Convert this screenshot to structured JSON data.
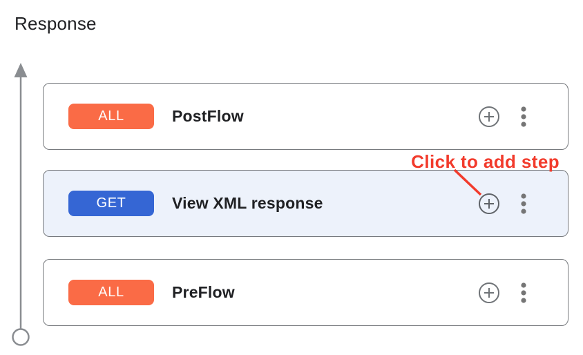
{
  "page": {
    "title": "Response"
  },
  "flows": [
    {
      "method": "ALL",
      "name": "PostFlow",
      "badge_color": "#FA6B46",
      "highlighted": false
    },
    {
      "method": "GET",
      "name": "View XML response",
      "badge_color": "#3566D4",
      "highlighted": true
    },
    {
      "method": "ALL",
      "name": "PreFlow",
      "badge_color": "#FA6B46",
      "highlighted": false
    }
  ],
  "card_icons": {
    "add_step": "plus-circle-icon",
    "more": "kebab-menu-icon"
  },
  "annotation": {
    "label": "Click to add step",
    "color": "#F23B2C"
  },
  "colors": {
    "highlight_bg": "#EDF2FB",
    "card_border": "#76797D",
    "icon_gray": "#6F7377",
    "dot_gray": "#757575",
    "diagram_gray": "#8A8D91"
  }
}
